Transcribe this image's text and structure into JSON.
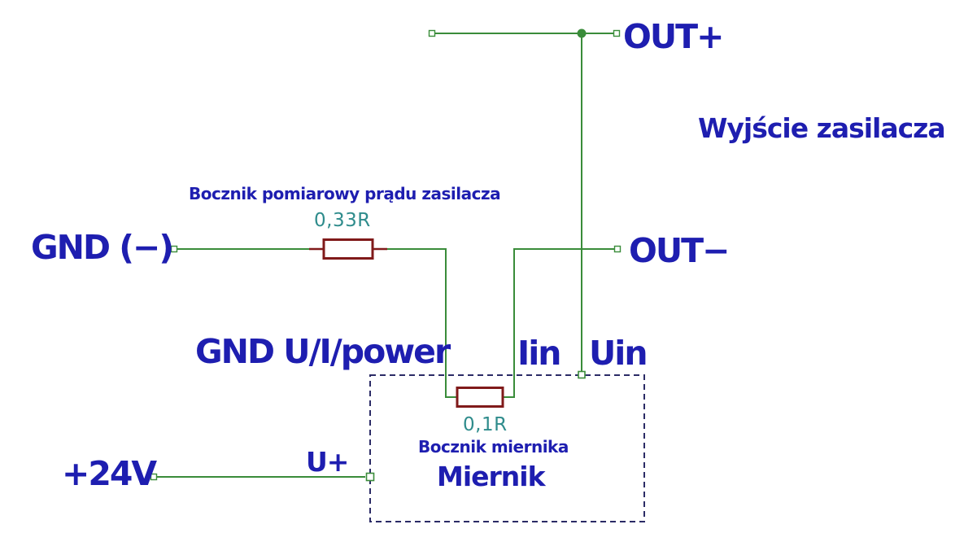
{
  "colors": {
    "label": "#1e1eb0",
    "wire": "#3a8c3a",
    "component": "#801a1a",
    "value": "#2f8c8c",
    "box": "#2b2b66",
    "bg": "#ffffff"
  },
  "nets": {
    "out_plus": "OUT+",
    "out_minus": "OUT−",
    "gnd": "GND (−)",
    "v24": "+24V",
    "u_plus": "U+",
    "gnd_ui_power": "GND U/I/power",
    "iin": "Iin",
    "uin": "Uin"
  },
  "captions": {
    "psu_output": "Wyjście zasilacza",
    "psu_shunt": "Bocznik pomiarowy prądu zasilacza",
    "meter_shunt": "Bocznik miernika"
  },
  "components": {
    "r_psu_shunt": {
      "value": "0,33R"
    },
    "r_meter_shunt": {
      "value": "0,1R"
    },
    "meter": {
      "name": "Miernik"
    }
  }
}
